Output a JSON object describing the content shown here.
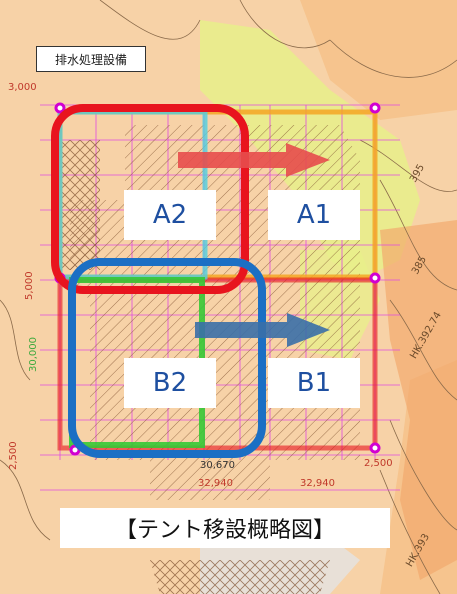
{
  "title": "【テント移設概略図】",
  "facility_label": "排水処理設備",
  "zones": [
    "A2",
    "A1",
    "B2",
    "B1"
  ],
  "dimensions": [
    "3,000",
    "5,000",
    "30,000",
    "2,500",
    "2,500",
    "32,940",
    "32,940",
    "30,670"
  ],
  "contours": [
    "395",
    "385",
    "HK.393",
    "HK.392.74"
  ],
  "colors": {
    "background": "#f6c48e",
    "zone_a_outline": "#e8141e",
    "zone_b_outline": "#1b6fc4",
    "arrow_a": "#e74c4c",
    "arrow_b": "#3a6fa8",
    "label_text": "#1e4fa0"
  }
}
